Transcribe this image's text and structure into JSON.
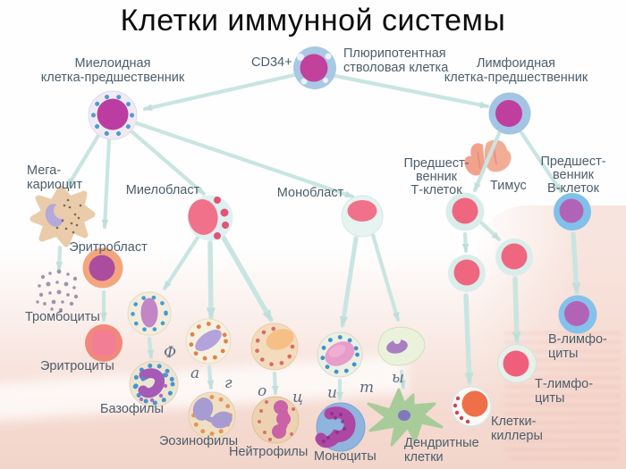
{
  "title": "Клетки иммунной системы",
  "palette": {
    "arrow": "#c9e5e1",
    "arrowhead": "#bfdfda",
    "label_text": "#4c5e6c",
    "title_text": "#0c0c0c",
    "nucleus_magenta": "#c2419c",
    "nucleus_pink_red": "#ef677e",
    "lymphoid_blue_ring": "#84c2ec",
    "purple_nucleus": "#b164b6",
    "background_bottom_pink": "#f2d5ca"
  },
  "labels": {
    "cd34": "CD34+",
    "stem": [
      "Плюрипотентная",
      "стволовая клетка"
    ],
    "myeloid": [
      "Миелоидная",
      "клетка-предшественник"
    ],
    "lymphoid": [
      "Лимфоидная",
      "клетка-предшественник"
    ],
    "megakaryocyte": [
      "Мега-",
      "кариоцит"
    ],
    "myeloblast": [
      "Миелобласт"
    ],
    "monoblast": [
      "Монобласт"
    ],
    "t_precursor": [
      "Предшест-",
      "венник",
      "Т-клеток"
    ],
    "thymus": [
      "Тимус"
    ],
    "b_precursor": [
      "Предшест-",
      "венник",
      "В-клеток"
    ],
    "erythroblast": [
      "Эритробласт"
    ],
    "platelets": [
      "Тромбоциты"
    ],
    "erythrocytes": [
      "Эритроциты"
    ],
    "basophils": [
      "Базофилы"
    ],
    "eosinophils": [
      "Эозинофилы"
    ],
    "neutrophils": [
      "Нейтрофилы"
    ],
    "monocytes": [
      "Моноциты"
    ],
    "dendritic": [
      "Дендритные",
      "клетки"
    ],
    "killer": [
      "Клетки-",
      "киллеры"
    ],
    "t_lymphocytes": [
      "Т-лимфо-",
      "циты"
    ],
    "b_lymphocytes": [
      "В-лимфо-",
      "циты"
    ]
  },
  "phagocytes": {
    "letters": [
      "Ф",
      "а",
      "г",
      "о",
      "ц",
      "и",
      "т",
      "ы"
    ]
  }
}
